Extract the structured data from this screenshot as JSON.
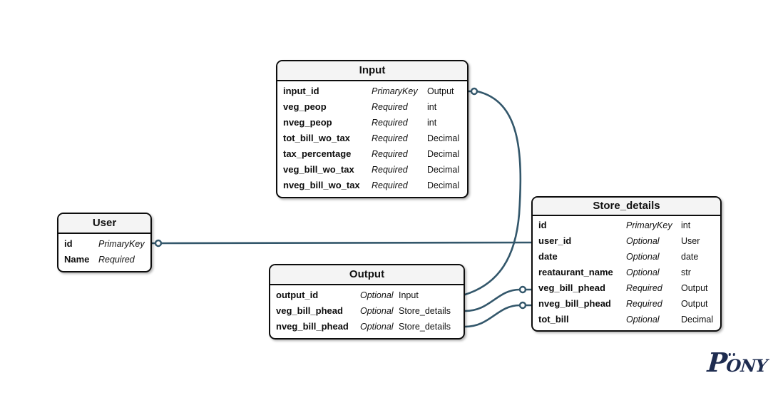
{
  "colors": {
    "connector": "#33576b",
    "entity_border": "#0d0d0d",
    "header_bg": "#f4f4f4",
    "logo": "#1e2c50"
  },
  "tables": {
    "input": {
      "title": "Input",
      "fields": [
        {
          "name": "input_id",
          "kind": "PrimaryKey",
          "type": "Output"
        },
        {
          "name": "veg_peop",
          "kind": "Required",
          "type": "int"
        },
        {
          "name": "nveg_peop",
          "kind": "Required",
          "type": "int"
        },
        {
          "name": "tot_bill_wo_tax",
          "kind": "Required",
          "type": "Decimal"
        },
        {
          "name": "tax_percentage",
          "kind": "Required",
          "type": "Decimal"
        },
        {
          "name": "veg_bill_wo_tax",
          "kind": "Required",
          "type": "Decimal"
        },
        {
          "name": "nveg_bill_wo_tax",
          "kind": "Required",
          "type": "Decimal"
        }
      ]
    },
    "user": {
      "title": "User",
      "fields": [
        {
          "name": "id",
          "kind": "PrimaryKey",
          "type": ""
        },
        {
          "name": "Name",
          "kind": "Required",
          "type": ""
        }
      ]
    },
    "output": {
      "title": "Output",
      "fields": [
        {
          "name": "output_id",
          "kind": "Optional",
          "type": "Input"
        },
        {
          "name": "veg_bill_phead",
          "kind": "Optional",
          "type": "Store_details"
        },
        {
          "name": "nveg_bill_phead",
          "kind": "Optional",
          "type": "Store_details"
        }
      ]
    },
    "store": {
      "title": "Store_details",
      "fields": [
        {
          "name": "id",
          "kind": "PrimaryKey",
          "type": "int"
        },
        {
          "name": "user_id",
          "kind": "Optional",
          "type": "User"
        },
        {
          "name": "date",
          "kind": "Optional",
          "type": "date"
        },
        {
          "name": "reataurant_name",
          "kind": "Optional",
          "type": "str"
        },
        {
          "name": "veg_bill_phead",
          "kind": "Required",
          "type": "Output"
        },
        {
          "name": "nveg_bill_phead",
          "kind": "Required",
          "type": "Output"
        },
        {
          "name": "tot_bill",
          "kind": "Optional",
          "type": "Decimal"
        }
      ]
    }
  },
  "relations": [
    {
      "from": "Input.input_id",
      "to": "Output.output_id"
    },
    {
      "from": "User.id",
      "to": "Store_details.user_id"
    },
    {
      "from": "Output.veg_bill_phead",
      "to": "Store_details.veg_bill_phead"
    },
    {
      "from": "Output.nveg_bill_phead",
      "to": "Store_details.nveg_bill_phead"
    }
  ],
  "logo": {
    "p": "P",
    "o": "O",
    "n": "N",
    "y": "Y"
  }
}
